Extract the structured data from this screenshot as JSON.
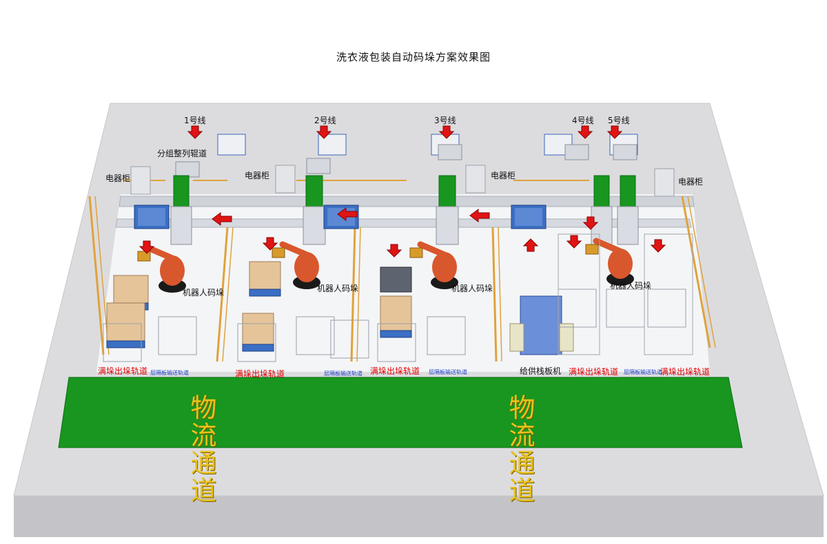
{
  "title": "洗衣液包装自动码垛方案效果图",
  "lines": [
    "1号线",
    "2号线",
    "3号线",
    "4号线",
    "5号线"
  ],
  "group_conveyor": "分组整列辊道",
  "electric_cabinet": "电器柜",
  "robot_palletizer": "机器人码垛",
  "full_stack_track": "满垛出垛轨道",
  "separator_track": "层隔板输送轨道",
  "pallet_feeder": "给供栈板机",
  "logistics_lane": "物流通道",
  "colors": {
    "floor": "#d9d9db",
    "floor_side": "#bfbfc3",
    "green_lane": "#18961f",
    "robot": "#d9572c",
    "arrow": "#e01414",
    "fence": "#e0a23a",
    "pallet": "#3b6fc4"
  }
}
